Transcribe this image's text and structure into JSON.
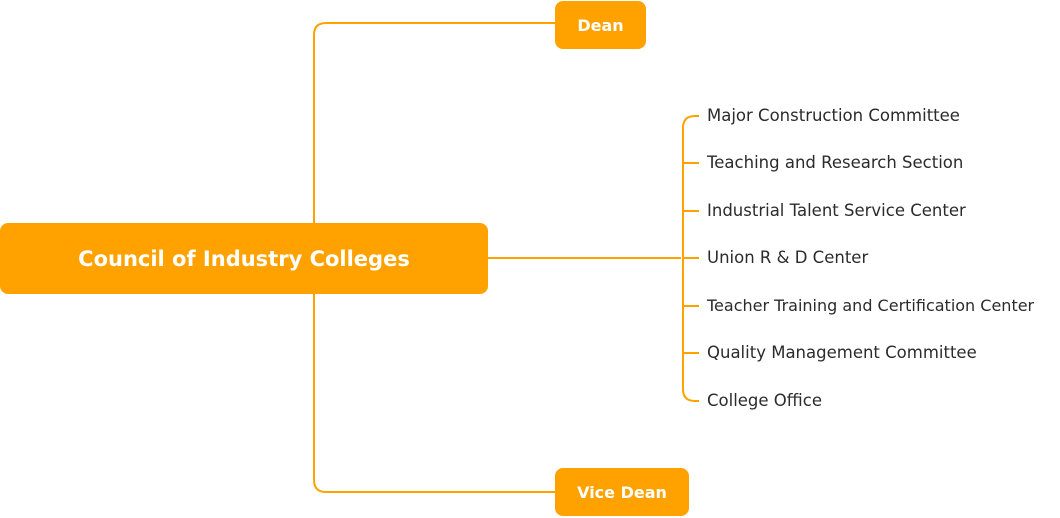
{
  "diagram": {
    "root": {
      "label": "Council of Industry Colleges"
    },
    "top_branch": {
      "label": "Dean"
    },
    "bottom_branch": {
      "label": "Vice Dean"
    },
    "right_branch": {
      "items": [
        {
          "label": "Major Construction Committee"
        },
        {
          "label": "Teaching and Research Section"
        },
        {
          "label": "Industrial Talent Service Center"
        },
        {
          "label": "Union R & D Center"
        },
        {
          "label": "Teacher Training and Certification Center"
        },
        {
          "label": "Quality Management Committee"
        },
        {
          "label": "College Office"
        }
      ]
    },
    "colors": {
      "accent": "#FFA200",
      "node_text": "#ffffff",
      "leaf_text": "#2b2b2b"
    }
  }
}
